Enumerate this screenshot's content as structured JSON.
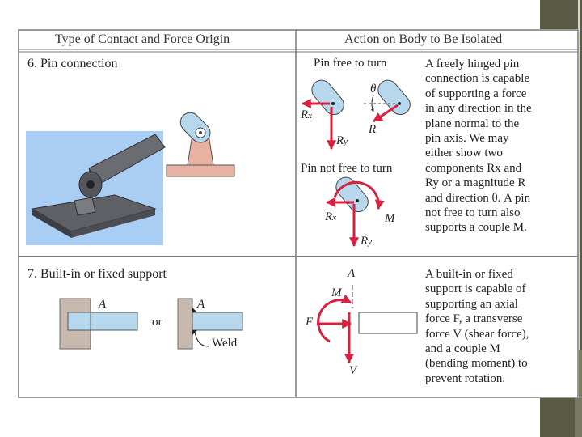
{
  "header": {
    "col1": "Type of Contact and Force Origin",
    "col2": "Action on Body to Be Isolated"
  },
  "row6": {
    "title": "6. Pin connection",
    "sub_free": "Pin free to turn",
    "sub_not_free": "Pin not free to turn",
    "labels": {
      "Rx": "R",
      "Rx_sub": "x",
      "Ry": "R",
      "Ry_sub": "y",
      "R": "R",
      "theta": "θ",
      "M": "M"
    },
    "description": [
      "A freely hinged pin",
      "connection is capable",
      "of supporting a force",
      "in any direction in the",
      "plane normal to the",
      "pin axis. We may",
      "either show two",
      "components Rx and",
      "Ry or a magnitude R",
      "and direction θ. A pin",
      "not free to turn also",
      "supports a couple M."
    ]
  },
  "row7": {
    "title": "7. Built-in or fixed support",
    "label_A": "A",
    "or": "or",
    "weld": "Weld",
    "labels": {
      "A": "A",
      "M": "M",
      "F": "F",
      "V": "V"
    },
    "description": [
      "A built-in or fixed",
      "support is capable of",
      "supporting an axial",
      "force F, a transverse",
      "force V (shear force),",
      "and a couple M",
      "(bending moment) to",
      "prevent rotation."
    ]
  },
  "colors": {
    "arrow": "#d6213f",
    "link": "#b7d7ec",
    "base": "#e8b2a2",
    "wall": "#c7b9ad",
    "photo_bg": "#a9cdf3",
    "deco": "#5a5a45"
  }
}
